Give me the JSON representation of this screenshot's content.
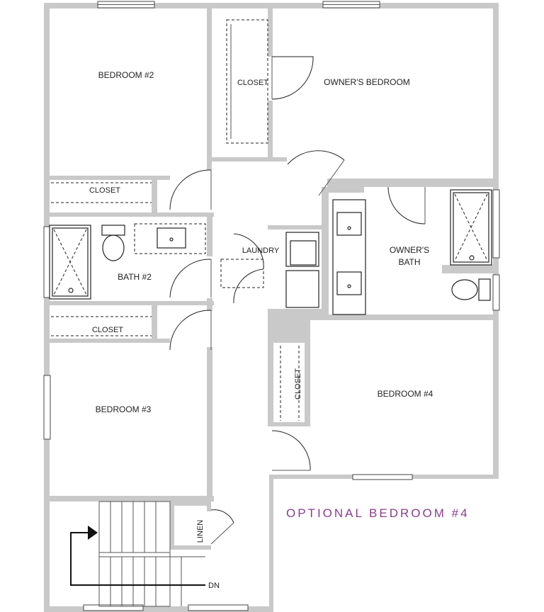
{
  "rooms": {
    "bedroom2": "BEDROOM #2",
    "owners_bedroom": "OWNER'S BEDROOM",
    "owners_closet": "CLOSET",
    "bedroom2_closet": "CLOSET",
    "bath2": "BATH #2",
    "laundry": "LAUNDRY",
    "owners_bath_line1": "OWNER'S",
    "owners_bath_line2": "BATH",
    "bedroom3_closet": "CLOSET",
    "bedroom3": "BEDROOM #3",
    "bedroom4_closet": "CLOSET",
    "bedroom4": "BEDROOM #4",
    "linen": "LINEN",
    "stairs_down": "DN"
  },
  "option_label": "OPTIONAL BEDROOM #4",
  "colors": {
    "wall": "#c9c9c9",
    "option_text": "#8a3c8f"
  }
}
